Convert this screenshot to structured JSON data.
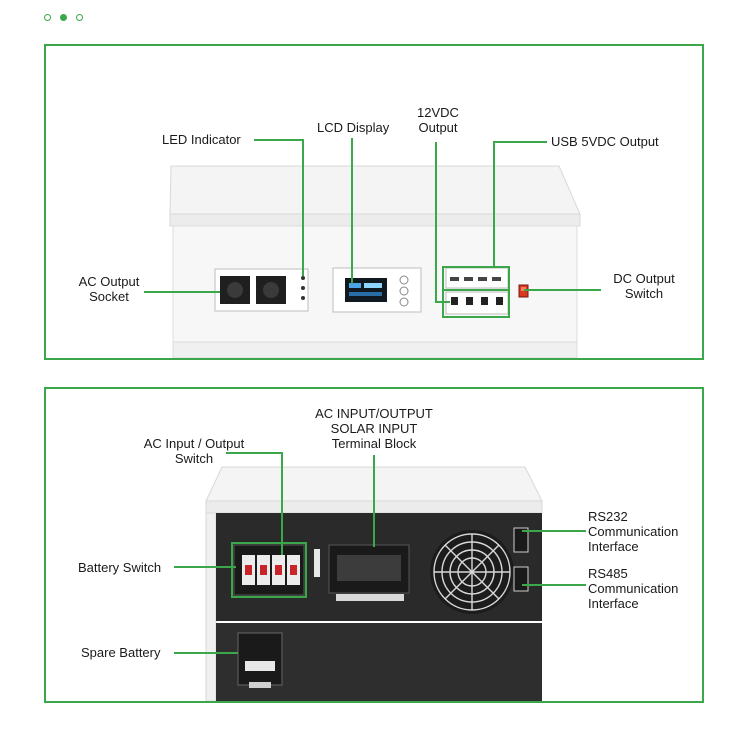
{
  "carousel": {
    "dots": [
      "inactive",
      "active",
      "inactive"
    ]
  },
  "accent_color": "#3aa84a",
  "front_panel": {
    "labels": {
      "led_indicator": "LED Indicator",
      "lcd_display": "LCD Display",
      "dc12_output": [
        "12VDC",
        "Output"
      ],
      "usb_output": "USB 5VDC Output",
      "ac_output_socket": [
        "AC Output",
        "Socket"
      ],
      "dc_output_switch": [
        "DC Output",
        "Switch"
      ]
    }
  },
  "back_panel": {
    "labels": {
      "terminal_block": [
        "AC INPUT/OUTPUT",
        "SOLAR INPUT",
        "Terminal Block"
      ],
      "ac_io_switch": [
        "AC Input / Output",
        "Switch"
      ],
      "battery_switch": "Battery Switch",
      "spare_battery": "Spare Battery",
      "rs232": [
        "RS232",
        "Communication",
        "Interface"
      ],
      "rs485": [
        "RS485",
        "Communication",
        "Interface"
      ]
    }
  }
}
